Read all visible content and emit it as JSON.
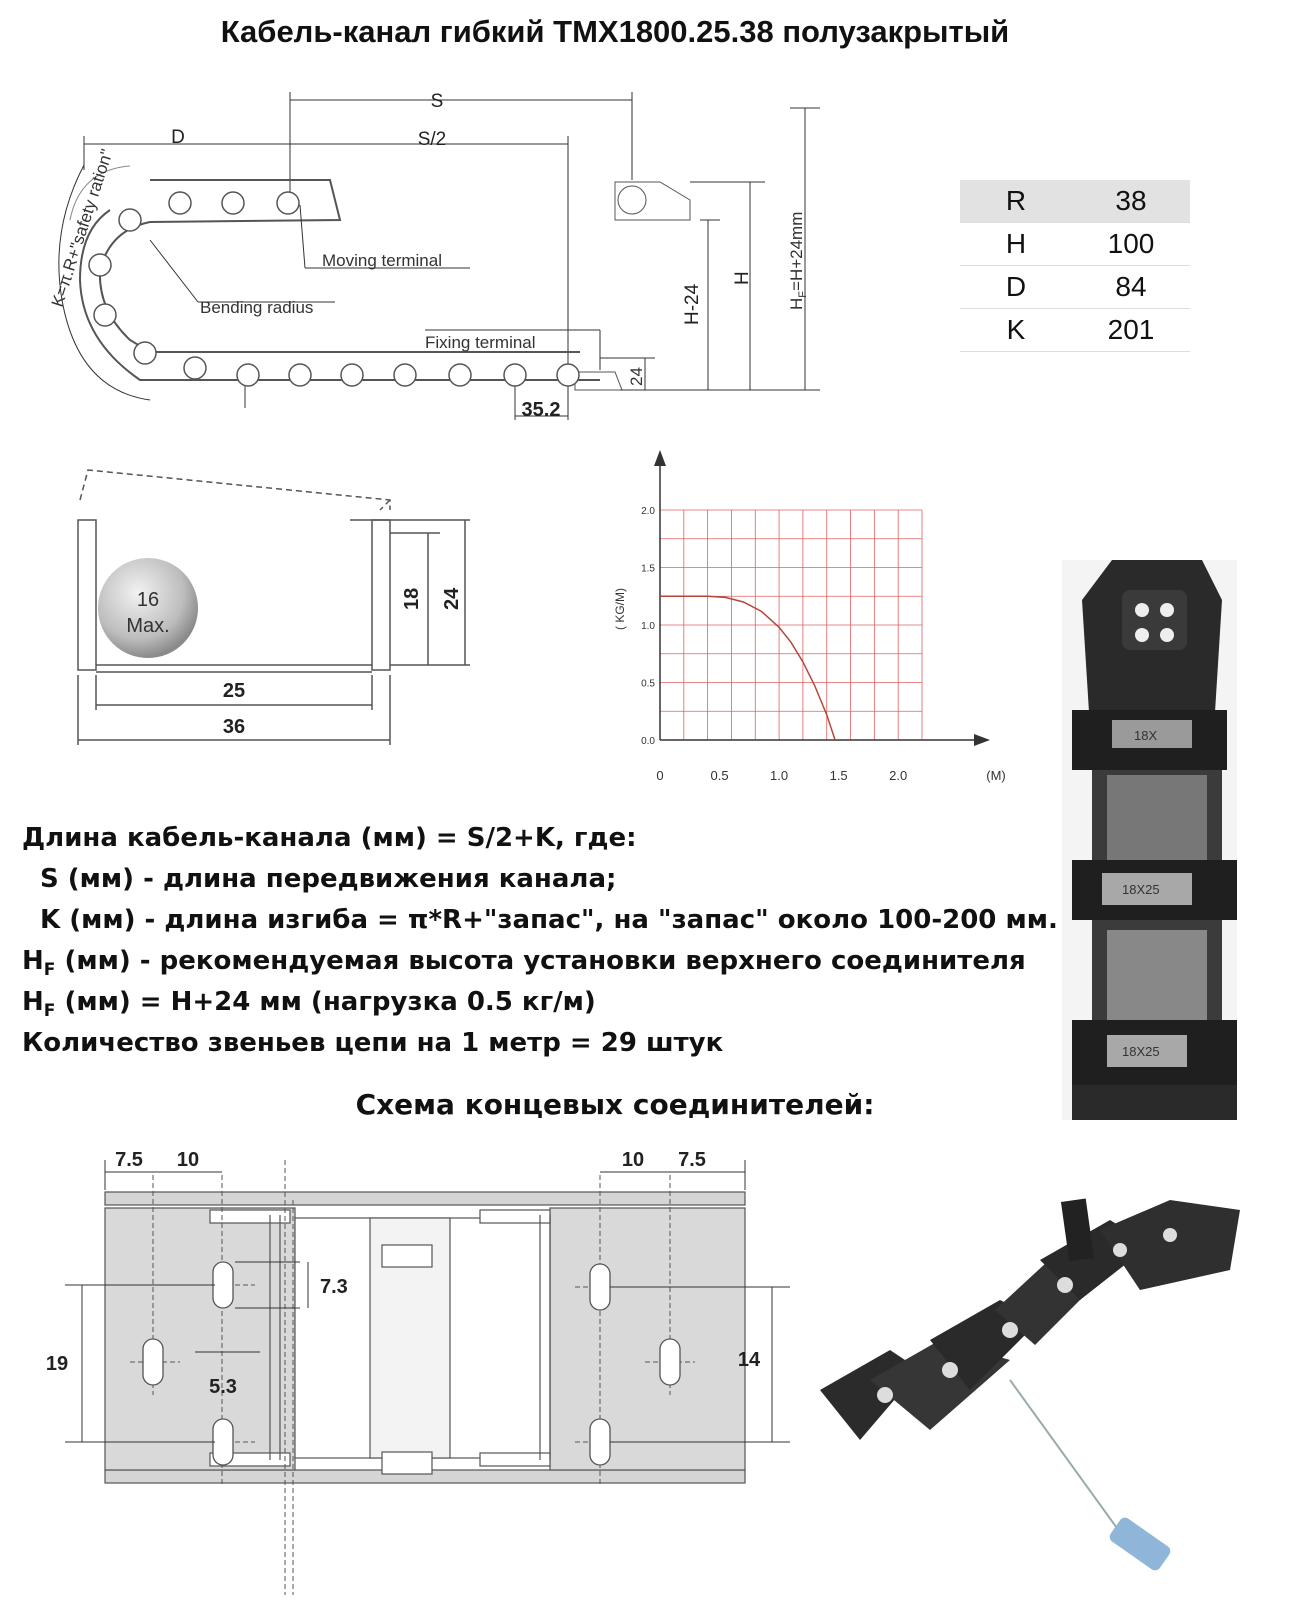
{
  "title": "Кабель-канал гибкий TMX1800.25.38 полузакрытый",
  "chain_diagram": {
    "labels": {
      "s": "S",
      "s_half": "S/2",
      "d": "D",
      "k_formula": "K=π.R+\"safety ration\"",
      "moving_terminal": "Moving terminal",
      "bending_radius": "Bending radius",
      "fixing_terminal": "Fixing terminal",
      "h_minus_24": "H-24",
      "h": "H",
      "hf_formula_main": "H",
      "hf_formula_sub": "F",
      "hf_formula_rest": "=H+24mm",
      "height_24": "24",
      "pitch": "35.2"
    }
  },
  "params": [
    {
      "key": "R",
      "value": "38"
    },
    {
      "key": "H",
      "value": "100"
    },
    {
      "key": "D",
      "value": "84"
    },
    {
      "key": "K",
      "value": "201"
    }
  ],
  "cross_section": {
    "cable_max_value": "16",
    "cable_max_label": "Max.",
    "inner_height": "18",
    "outer_height": "24",
    "inner_width": "25",
    "outer_width": "36"
  },
  "chart_data": {
    "type": "line",
    "ylabel": "( KG/M)",
    "xlabel": "(M)",
    "x_ticks": [
      "0",
      "0.5",
      "1.0",
      "1.5",
      "2.0"
    ],
    "y_ticks": [
      "0.0",
      "0.5",
      "1.0",
      "1.5",
      "2.0"
    ],
    "xlim": [
      0,
      2.2
    ],
    "ylim": [
      0,
      2.0
    ],
    "grid": true,
    "series": [
      {
        "color": "#b4463c",
        "x": [
          0,
          0.2,
          0.4,
          0.55,
          0.7,
          0.85,
          1.0,
          1.1,
          1.2,
          1.3,
          1.4,
          1.47
        ],
        "y": [
          1.25,
          1.25,
          1.25,
          1.24,
          1.2,
          1.12,
          0.98,
          0.85,
          0.68,
          0.47,
          0.22,
          0.0
        ]
      }
    ]
  },
  "formula": {
    "line1": "Длина кабель-канала (мм) = S/2+K, где:",
    "line2": "S (мм) - длина передвижения канала;",
    "line3": "K (мм) - длина изгиба = π*R+\"запас\", на \"запас\" около 100-200 мм.",
    "line4_main": "H",
    "line4_sub": "F",
    "line4_rest": " (мм) - рекомендуемая высота установки верхнего соединителя",
    "line5_main": "H",
    "line5_sub": "F",
    "line5_rest": " (мм) = H+24 мм (нагрузка 0.5 кг/м)",
    "line6": "Количество звеньев цепи на 1 метр = 29 штук"
  },
  "connector_title": "Схема концевых соединителей:",
  "connector": {
    "left_edge": "7.5",
    "left_pitch": "10",
    "right_pitch": "10",
    "right_edge": "7.5",
    "slot_length": "7.3",
    "slot_width": "5.3",
    "left_height": "19",
    "right_height": "14"
  },
  "photo_link": {
    "marking_1": "18X",
    "marking_2": "18X25",
    "marking_3": "18X25"
  }
}
